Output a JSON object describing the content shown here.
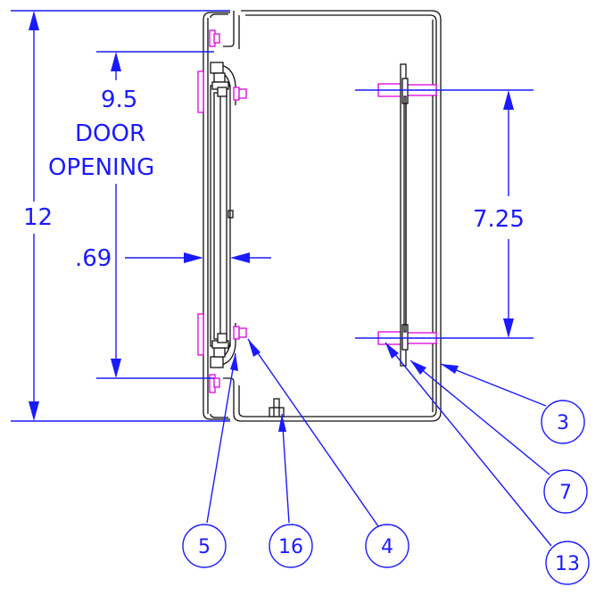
{
  "dimensions": {
    "overall_height": "12",
    "door_opening_value": "9.5",
    "door_opening_line1": "DOOR",
    "door_opening_line2": "OPENING",
    "depth": ".69",
    "panel_mount_spacing": "7.25"
  },
  "balloons": [
    {
      "id": "balloon-3",
      "label": "3"
    },
    {
      "id": "balloon-7",
      "label": "7"
    },
    {
      "id": "balloon-13",
      "label": "13"
    },
    {
      "id": "balloon-5",
      "label": "5"
    },
    {
      "id": "balloon-16",
      "label": "16"
    },
    {
      "id": "balloon-4",
      "label": "4"
    }
  ],
  "colors": {
    "dimension": "#1a1aff",
    "hardware": "#e000e0",
    "outline": "#111111"
  }
}
